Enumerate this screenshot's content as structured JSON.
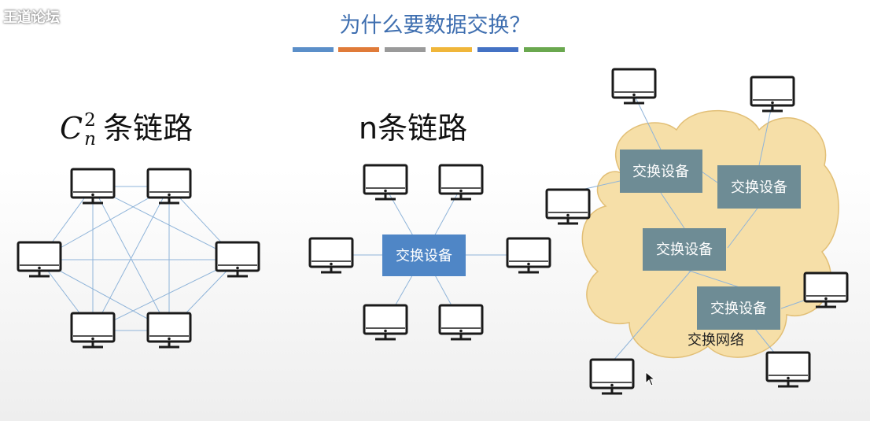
{
  "watermark": "王道论坛",
  "title": "为什么要数据交换？",
  "stripe_colors": [
    "#5b8fc9",
    "#e07b39",
    "#9a9a9a",
    "#f0b63a",
    "#4472c4",
    "#6aa84f"
  ],
  "full_mesh": {
    "label_base": "C",
    "label_sup": "2",
    "label_sub": "n",
    "label_text": "条链路"
  },
  "star": {
    "label": "n条链路",
    "switch_label": "交换设备"
  },
  "network": {
    "switch_label": "交换设备",
    "cloud_label": "交换网络"
  },
  "colors": {
    "line": "#8fb4d9",
    "star_switch_fill": "#4f86c6",
    "net_switch_fill": "#6e8c95",
    "cloud_fill": "#f6dfa8",
    "cloud_stroke": "#e2bf76",
    "title": "#3f6fb0"
  },
  "icons": {
    "computer": "monitor-icon",
    "cursor": "mouse-pointer-icon"
  }
}
